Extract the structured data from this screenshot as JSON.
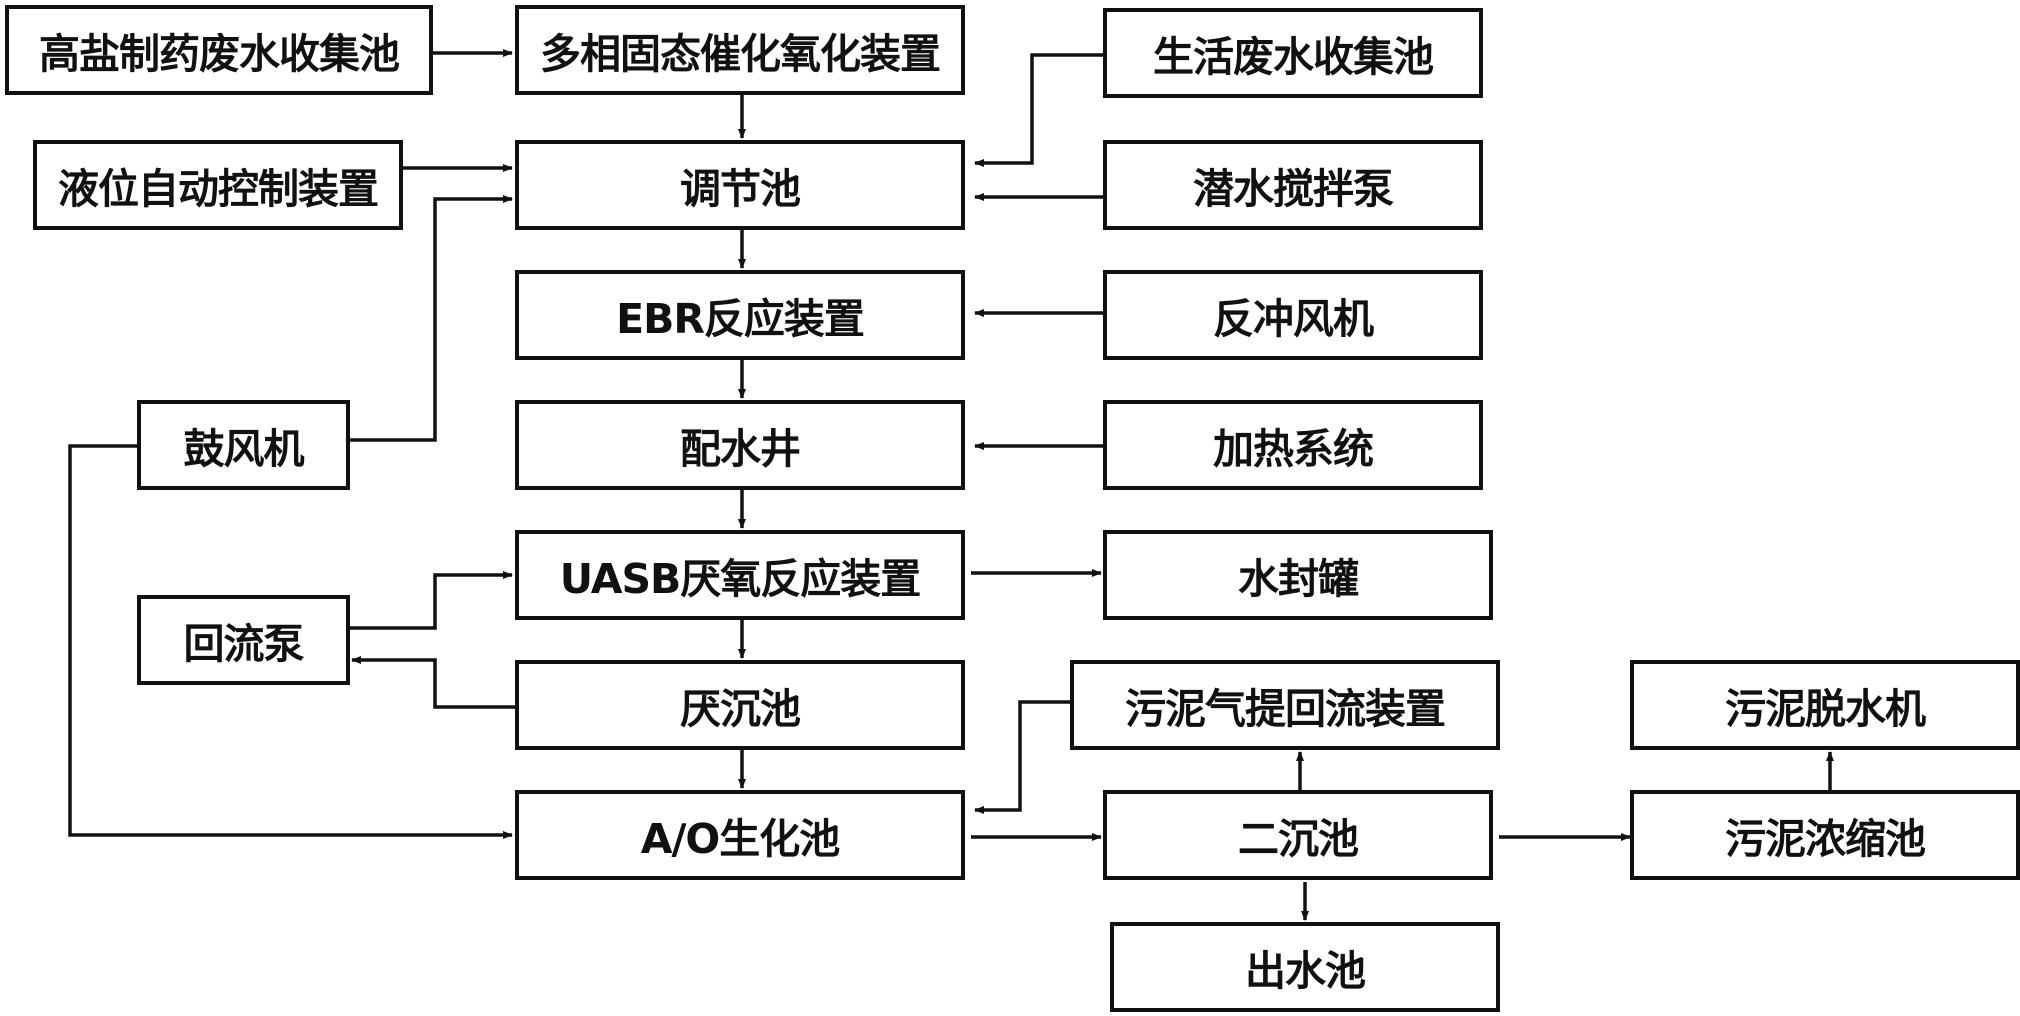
{
  "diagram": {
    "nodes": {
      "high_salt_tank": "高盐制药废水收集池",
      "catalytic_oxidation": "多相固态催化氧化装置",
      "domestic_tank": "生活废水收集池",
      "level_control": "液位自动控制装置",
      "regulating_tank": "调节池",
      "submersible_mixer": "潜水搅拌泵",
      "ebr_reactor": "EBR反应装置",
      "backwash_fan": "反冲风机",
      "blower": "鼓风机",
      "distribution_well": "配水井",
      "heating_system": "加热系统",
      "uasb_reactor": "UASB厌氧反应装置",
      "water_seal_tank": "水封罐",
      "reflux_pump": "回流泵",
      "anaerobic_settling": "厌沉池",
      "sludge_airlift": "污泥气提回流装置",
      "sludge_dewatering": "污泥脱水机",
      "ao_tank": "A/O生化池",
      "secondary_clarifier": "二沉池",
      "sludge_thickener": "污泥浓缩池",
      "effluent_tank": "出水池"
    },
    "colors": {
      "line": "#111111",
      "box_border": "#111111",
      "background": "#ffffff"
    }
  }
}
